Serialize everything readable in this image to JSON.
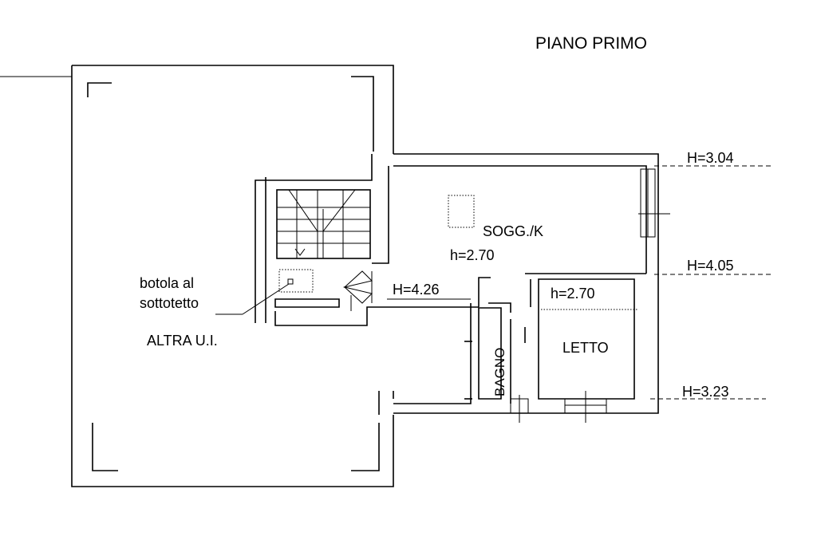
{
  "title": "PIANO PRIMO",
  "rooms": {
    "soggiorno": "SOGG./K",
    "soggiorno_height": "h=2.70",
    "letto": "LETTO",
    "letto_height": "h=2.70",
    "bagno": "BAGNO",
    "altra": "ALTRA U.I."
  },
  "hatch_label": {
    "line1": "botola al",
    "line2": "sottotetto"
  },
  "levels": {
    "top": "H=3.04",
    "middle": "H=4.05",
    "bottom": "H=3.23",
    "stair": "H=4.26"
  }
}
